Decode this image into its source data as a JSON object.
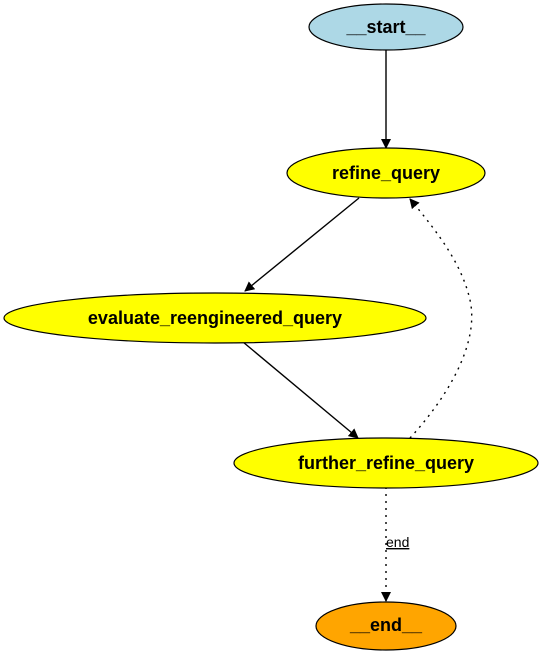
{
  "diagram": {
    "colors": {
      "start_fill": "#add8e6",
      "step_fill": "#ffff00",
      "end_fill": "#ffa500",
      "stroke": "#000000"
    },
    "nodes": {
      "start": {
        "label": "__start__"
      },
      "refine_query": {
        "label": "refine_query"
      },
      "evaluate_reengineered_query": {
        "label": "evaluate_reengineered_query"
      },
      "further_refine_query": {
        "label": "further_refine_query"
      },
      "end": {
        "label": "__end__"
      }
    },
    "edges": [
      {
        "from": "__start__",
        "to": "refine_query",
        "style": "solid",
        "label": ""
      },
      {
        "from": "refine_query",
        "to": "evaluate_reengineered_query",
        "style": "solid",
        "label": ""
      },
      {
        "from": "evaluate_reengineered_query",
        "to": "further_refine_query",
        "style": "solid",
        "label": ""
      },
      {
        "from": "further_refine_query",
        "to": "refine_query",
        "style": "dotted",
        "label": ""
      },
      {
        "from": "further_refine_query",
        "to": "__end__",
        "style": "dotted",
        "label": "end"
      }
    ],
    "end_edge_label": "end"
  }
}
